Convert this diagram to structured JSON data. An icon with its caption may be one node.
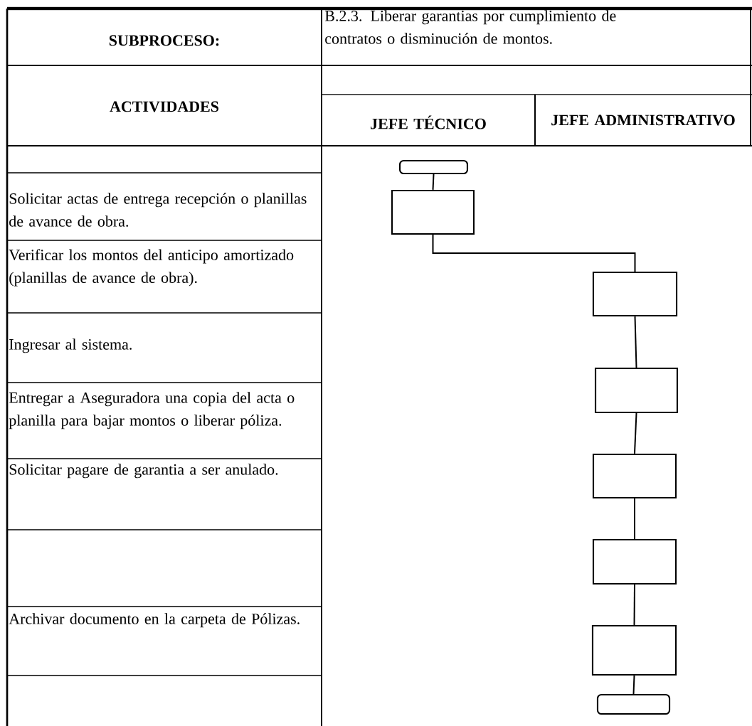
{
  "diagram": {
    "nodes": [
      {
        "text": [],
        "shape": "capsule"
      },
      {
        "text": [],
        "shape": "box"
      },
      {
        "text": [],
        "shape": "box"
      },
      {
        "text": [],
        "shape": "box"
      },
      {
        "text": [],
        "shape": "box"
      },
      {
        "text": [],
        "shape": "box"
      },
      {
        "text": [],
        "shape": "box"
      },
      {
        "text": [],
        "shape": "capsule"
      }
    ],
    "edges": [
      {
        "from": 0,
        "to": 1,
        "arrow": "none"
      },
      {
        "from": 1,
        "to": 2,
        "arrow": "none"
      },
      {
        "from": 2,
        "to": 3,
        "arrow": "none"
      },
      {
        "from": 3,
        "to": 4,
        "arrow": "none"
      },
      {
        "from": 4,
        "to": 5,
        "arrow": "none"
      },
      {
        "from": 5,
        "to": 6,
        "arrow": "none"
      },
      {
        "from": 6,
        "to": 7,
        "arrow": "none"
      }
    ],
    "labels": [
      "SUBPROCESO:",
      "B.2.3. Liberar garantias por cumplimiento de contratos o disminución de montos.",
      "ACTIVIDADES",
      "JEFE TÉCNICO",
      "JEFE ADMINISTRATIVO",
      "Solicitar actas de entrega recepción o planillas de avance de obra.",
      "Verificar los montos del anticipo amortizado (planillas de avance de obra).",
      "Ingresar al sistema.",
      "Entregar a Aseguradora una copia del acta o planilla para bajar montos o liberar póliza.",
      "Solicitar pagare de garantia a ser anulado.",
      "Archivar documento en la carpeta de Pólizas."
    ]
  }
}
